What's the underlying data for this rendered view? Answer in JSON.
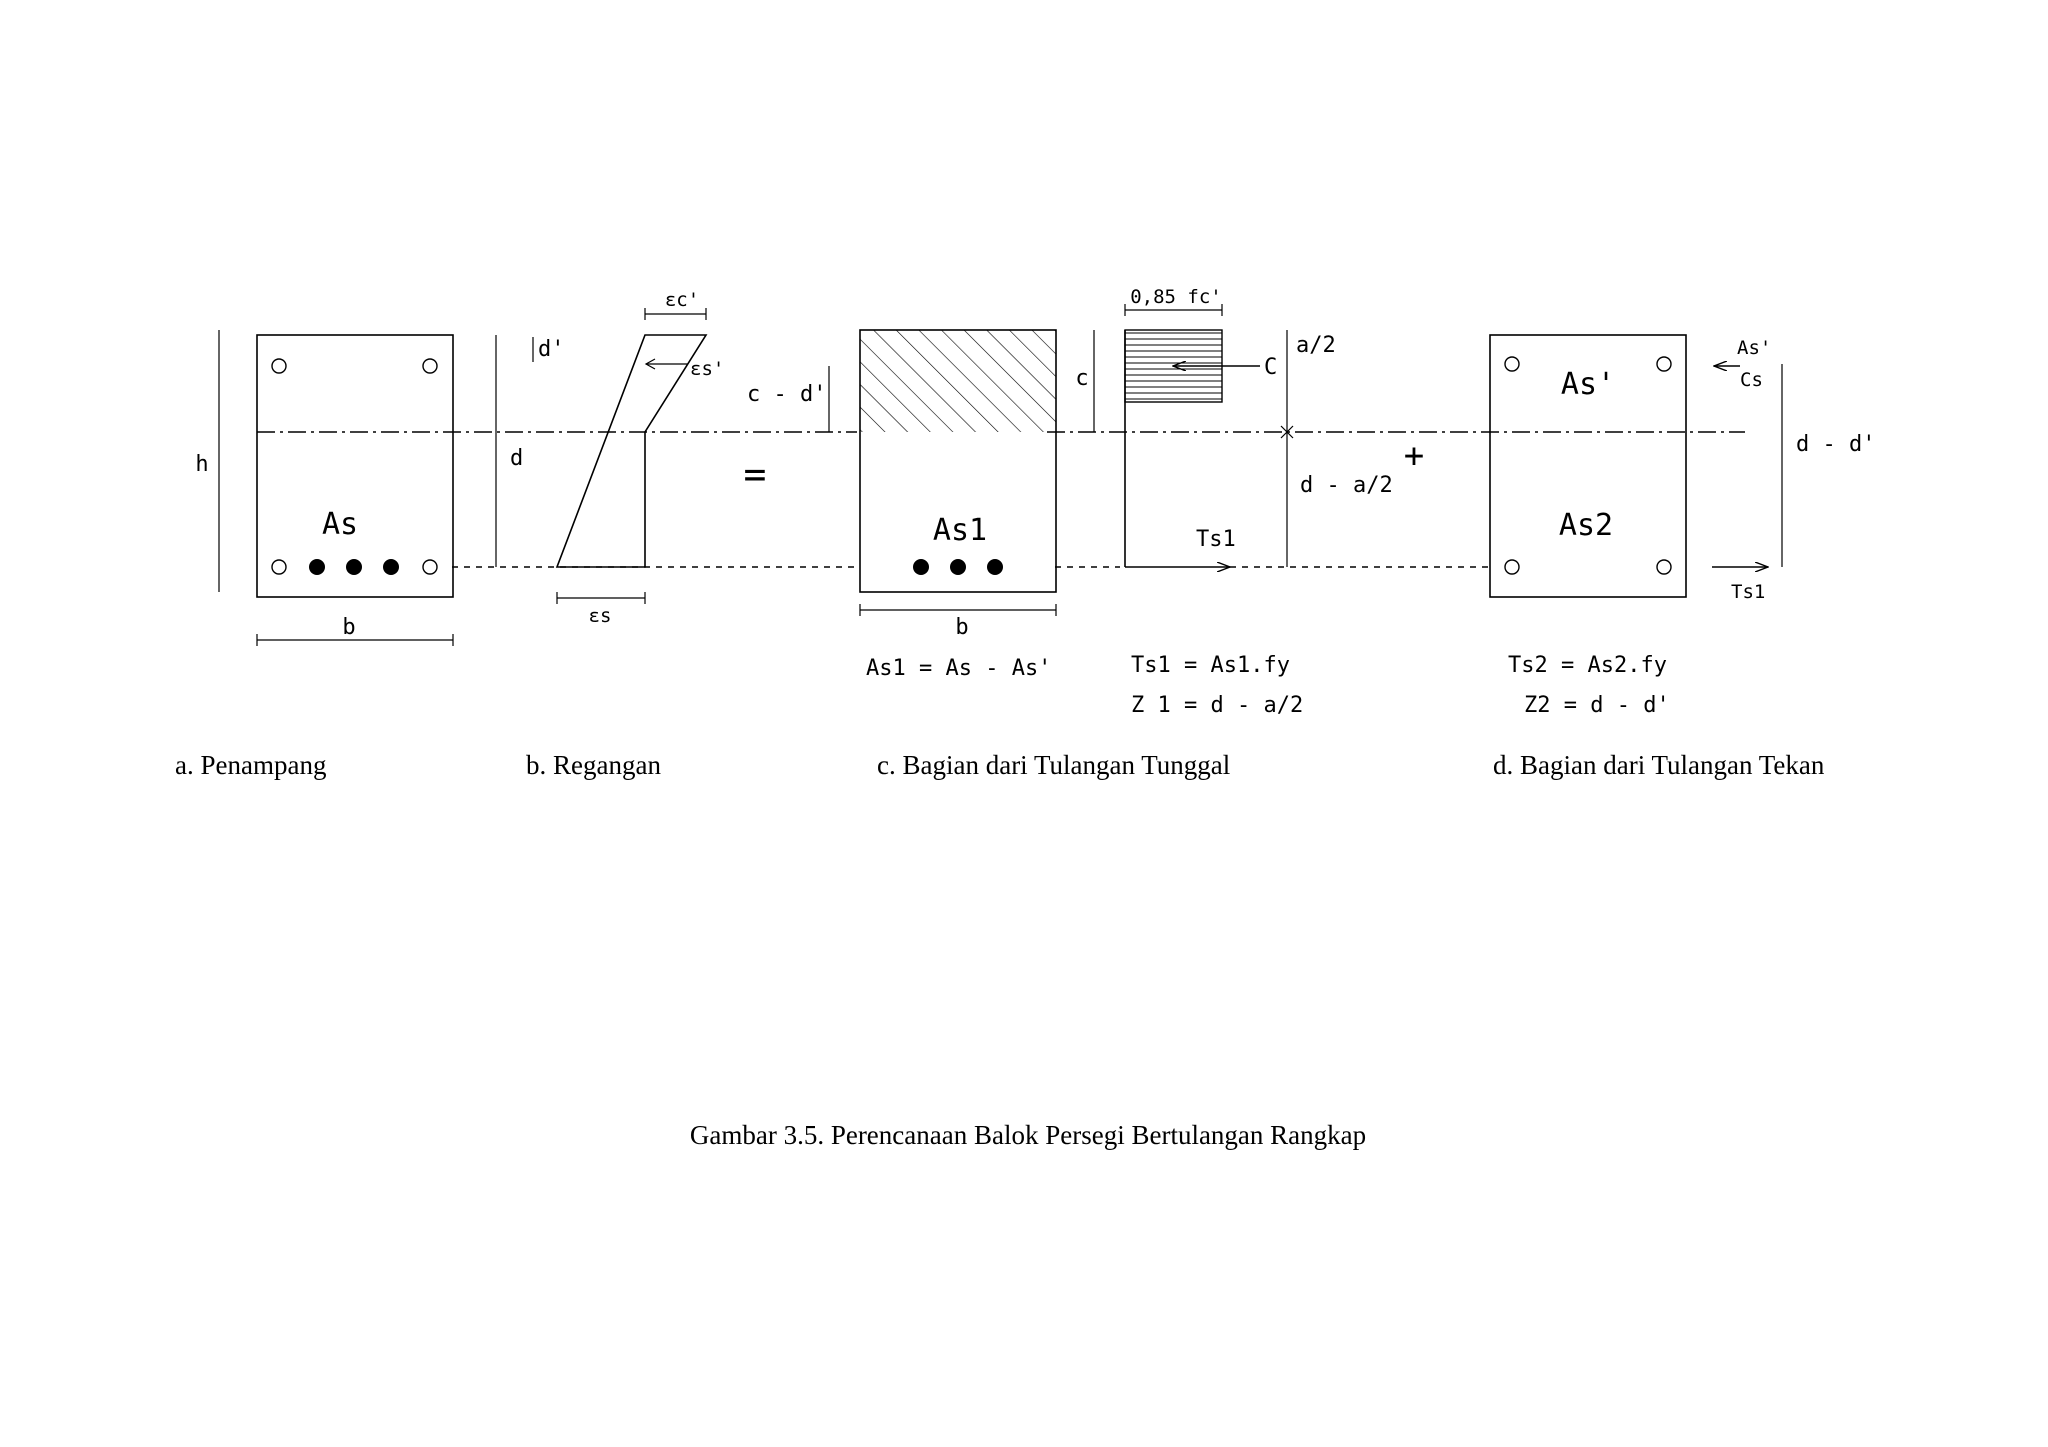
{
  "panel_a": {
    "dim_h": "h",
    "dim_b": "b",
    "steel": "As",
    "caption": "a. Penampang"
  },
  "panel_b": {
    "dim_d": "d",
    "dim_dprime": "d'",
    "eps_c": "εc'",
    "eps_s_prime": "εs'",
    "eps_s": "εs",
    "dim_c_minus_dprime": "c - d'",
    "caption": "b. Regangan"
  },
  "equals": "=",
  "plus": "+",
  "panel_c": {
    "dim_c": "c",
    "steel": "As1",
    "dim_b": "b",
    "formula_as1": "As1 = As - As'",
    "stress": "0,85 fc'",
    "force_c": "C",
    "dim_a2": "a/2",
    "dim_d_a2": "d - a/2",
    "force_ts1": "Ts1",
    "formula_ts1": "Ts1 = As1.fy",
    "formula_z1": "Z 1 = d - a/2",
    "caption": "c. Bagian dari Tulangan Tunggal"
  },
  "panel_d": {
    "steel_top": "As'",
    "steel_bottom": "As2",
    "label_as_prime": "As'",
    "label_cs": "Cs",
    "dim_d_dprime": "d - d'",
    "force_ts1": "Ts1",
    "formula_ts2": "Ts2 = As2.fy",
    "formula_z2": "Z2 = d - d'",
    "caption": "d. Bagian dari Tulangan Tekan"
  },
  "figure_title": "Gambar 3.5. Perencanaan Balok Persegi Bertulangan Rangkap"
}
